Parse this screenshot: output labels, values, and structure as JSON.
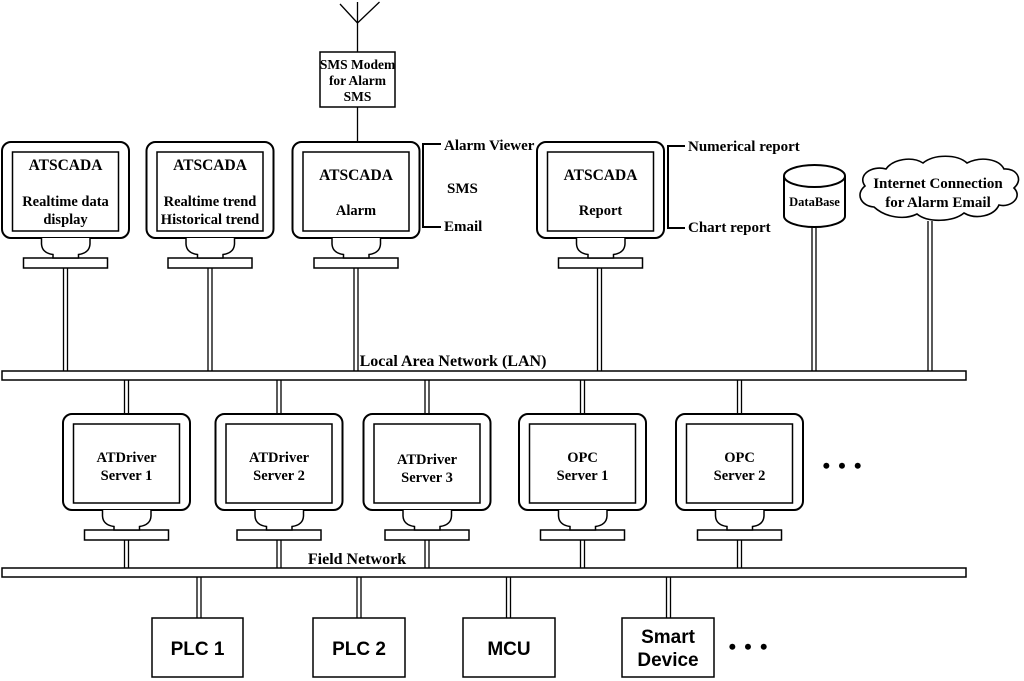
{
  "sms_modem": {
    "line1": "SMS Modem",
    "line2": "for Alarm",
    "line3": "SMS"
  },
  "workstations": {
    "realtime": {
      "title": "ATSCADA",
      "line1": "Realtime data",
      "line2": "display"
    },
    "trend": {
      "title": "ATSCADA",
      "line1": "Realtime trend",
      "line2": "Historical trend"
    },
    "alarm": {
      "title": "ATSCADA",
      "line1": "Alarm"
    },
    "report": {
      "title": "ATSCADA",
      "line1": "Report"
    }
  },
  "alarm_outputs": {
    "item1": "Alarm Viewer",
    "item2": "SMS",
    "item3": "Email"
  },
  "report_outputs": {
    "item1": "Numerical report",
    "item2": "Chart report"
  },
  "database": {
    "label": "DataBase"
  },
  "internet": {
    "line1": "Internet Connection",
    "line2": "for Alarm Email"
  },
  "lan": {
    "label": "Local Area Network (LAN)"
  },
  "field_network": {
    "label": "Field Network"
  },
  "servers": {
    "atdriver1": {
      "line1": "ATDriver",
      "line2": "Server 1"
    },
    "atdriver2": {
      "line1": "ATDriver",
      "line2": "Server 2"
    },
    "atdriver3": {
      "line1": "ATDriver",
      "line2": "Server 3"
    },
    "opc1": {
      "line1": "OPC",
      "line2": "Server 1"
    },
    "opc2": {
      "line1": "OPC",
      "line2": "Server 2"
    }
  },
  "devices": {
    "plc1": {
      "label": "PLC 1"
    },
    "plc2": {
      "label": "PLC 2"
    },
    "mcu": {
      "label": "MCU"
    },
    "smart": {
      "line1": "Smart",
      "line2": "Device"
    }
  },
  "ellipsis": {
    "servers": "•••",
    "devices": "•••"
  },
  "colors": {
    "line": "#000000",
    "background": "#ffffff"
  }
}
